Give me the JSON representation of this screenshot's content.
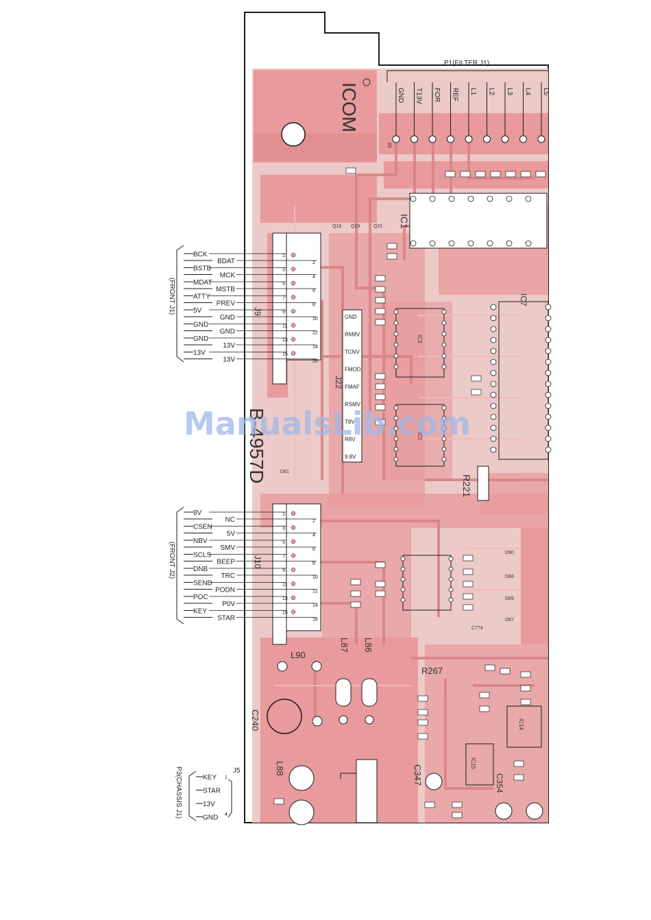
{
  "board_title": "B-4957D",
  "brand": "ICOM",
  "watermark": "ManualsLib.com",
  "p1": {
    "title": "P1(FILTER J1)",
    "pins": [
      "GND",
      "T13V",
      "FOR",
      "REF",
      "L1",
      "L2",
      "L3",
      "L4",
      "L5"
    ],
    "first_pin": "10"
  },
  "j9": {
    "ref": "J9",
    "group": "(FRONT J1)",
    "left_labels": [
      "BCK",
      "BSTB",
      "MDAT",
      "ATTY",
      "5V",
      "GND",
      "GND",
      "13V"
    ],
    "right_labels": [
      "BDAT",
      "MCK",
      "MSTB",
      "PREV",
      "GND",
      "GND",
      "13V",
      "13V"
    ],
    "odd_pins": [
      "1",
      "3",
      "5",
      "7",
      "9",
      "11",
      "13",
      "15"
    ],
    "even_pins": [
      "2",
      "4",
      "6",
      "8",
      "10",
      "12",
      "14",
      "16"
    ]
  },
  "j22": {
    "ref": "J22",
    "labels": [
      "GND",
      "RM8V",
      "TCNV",
      "FMOD",
      "FMAF",
      "RSMV",
      "T8V",
      "R8V",
      "9.8V"
    ]
  },
  "j10": {
    "ref": "J10",
    "group": "(FRONT J2)",
    "left_labels": [
      "8V",
      "CSEN",
      "NBV",
      "SCLS",
      "DNB",
      "SEND",
      "POC",
      "KEY"
    ],
    "right_labels": [
      "NC",
      "5V",
      "SMV",
      "BEEP",
      "TRC",
      "PODN",
      "P0V",
      "STAR"
    ],
    "odd_pins": [
      "1",
      "3",
      "5",
      "7",
      "9",
      "11",
      "13",
      "15"
    ],
    "even_pins": [
      "2",
      "4",
      "6",
      "8",
      "10",
      "12",
      "14",
      "16"
    ]
  },
  "p3": {
    "group": "P3(CHASSIS J1)",
    "ref": "J5",
    "labels": [
      "KEY",
      "STAR",
      "13V",
      "GND"
    ],
    "pin_first": "1",
    "pin_last": "4"
  },
  "silkscreen": {
    "ic1": "IC1",
    "ic3": "IC3",
    "ic5": "IC5",
    "ic7": "IC7",
    "ic14": "IC14",
    "ic15": "IC15",
    "r221": "R221",
    "r267": "R267",
    "l90": "L90",
    "l87": "L87",
    "l86": "L86",
    "l88": "L88",
    "c240": "C240",
    "c347": "C347",
    "c354": "C354",
    "c774": "C774",
    "q18": "Q18",
    "q19": "Q19",
    "q21": "Q21",
    "d90": "D90",
    "d88": "D88",
    "d89": "D89",
    "d87": "D87",
    "d81": "D81"
  },
  "colors": {
    "board": "#eccac7",
    "copper": "#e89a9c",
    "copper_dark": "#d98386",
    "copper_light": "#f3b8b9",
    "outline": "#1a1a1a"
  }
}
